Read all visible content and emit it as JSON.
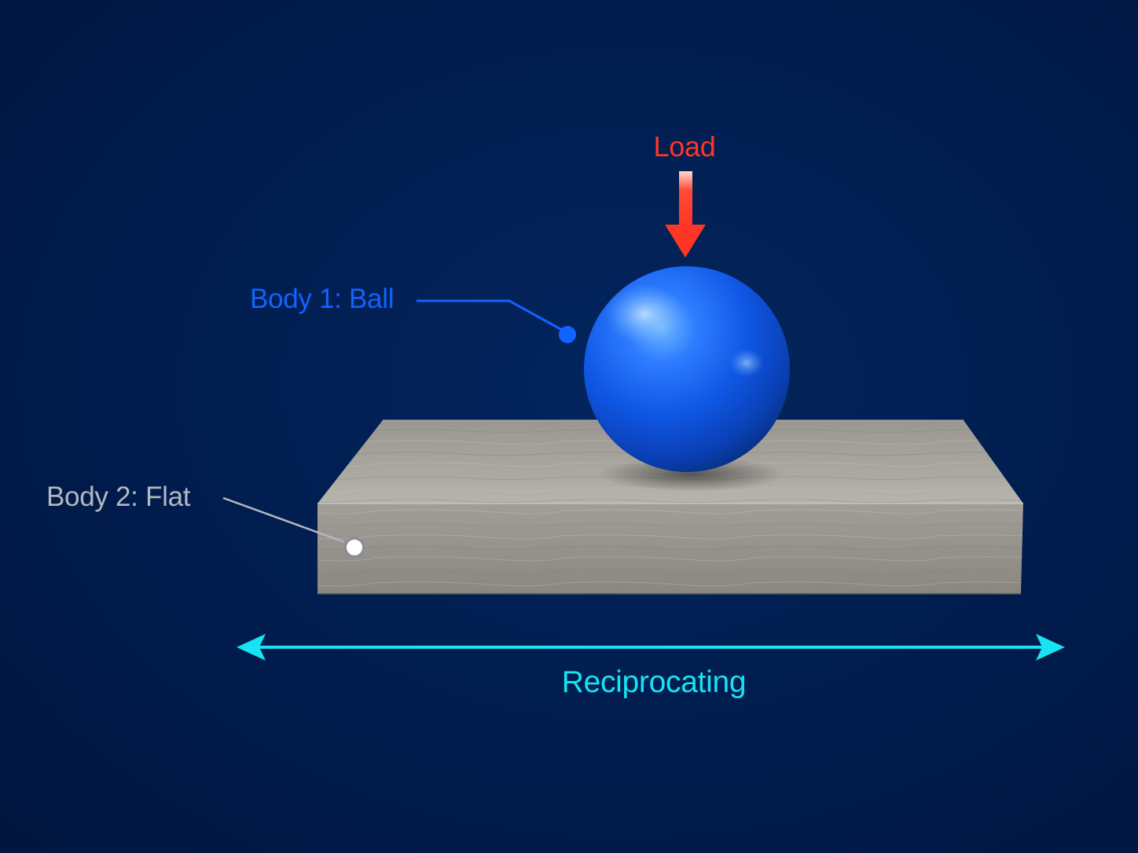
{
  "colors": {
    "background": "#001c4d",
    "load": "#ff3526",
    "ball": "#1163ff",
    "flat_label": "#b4b7c0",
    "reciprocating": "#17e3f2"
  },
  "labels": {
    "load": "Load",
    "ball": "Body 1: Ball",
    "flat": "Body 2: Flat",
    "reciprocating": "Reciprocating"
  }
}
